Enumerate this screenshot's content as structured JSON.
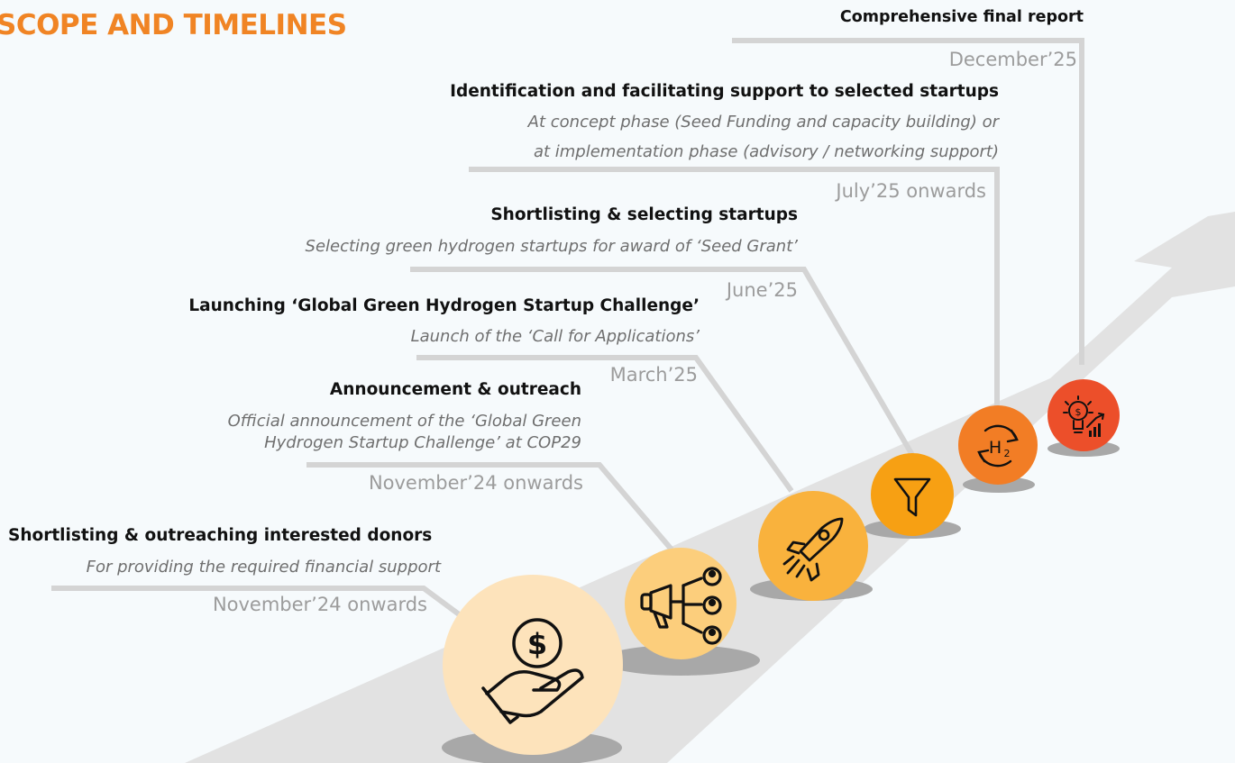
{
  "title": "SCOPE AND TIMELINES",
  "milestones": [
    {
      "heading": "Shortlisting & outreaching interested donors",
      "sub1": "For providing the required financial support",
      "date": "November’24 onwards",
      "icon": "donation-hand-icon",
      "color": "#fde3bb"
    },
    {
      "heading": "Announcement & outreach",
      "sub1": "Official announcement of the ‘Global Green",
      "sub2": "Hydrogen Startup Challenge’ at COP29",
      "date": "November’24 onwards",
      "icon": "megaphone-icon",
      "color": "#fcce7c"
    },
    {
      "heading": "Launching ‘Global Green Hydrogen Startup Challenge’",
      "sub1": "Launch of the ‘Call for Applications’",
      "date": "March’25",
      "icon": "rocket-icon",
      "color": "#f9b23d"
    },
    {
      "heading": "Shortlisting & selecting startups",
      "sub1": "Selecting green hydrogen startups for award of ‘Seed Grant’",
      "date": "June’25",
      "icon": "funnel-icon",
      "color": "#f7a013"
    },
    {
      "heading": "Identification and facilitating support to selected startups",
      "sub1": "At concept phase (Seed Funding and capacity building) or",
      "sub2": "at implementation phase (advisory / networking support)",
      "date": "July’25 onwards",
      "icon": "hydrogen-cycle-icon",
      "color": "#f27d25"
    },
    {
      "heading": "Comprehensive final report",
      "date": "December’25",
      "icon": "idea-growth-icon",
      "color": "#ec4f2a"
    }
  ]
}
